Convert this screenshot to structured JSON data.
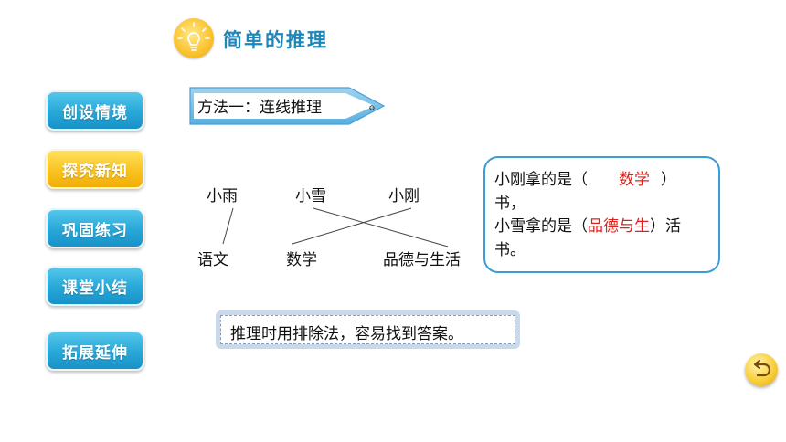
{
  "header": {
    "title": "简单的推理",
    "icon": "lightbulb-icon"
  },
  "sidebar": {
    "items": [
      {
        "label": "创设情境",
        "style": "blue"
      },
      {
        "label": "探究新知",
        "style": "yellow"
      },
      {
        "label": "巩固练习",
        "style": "blue"
      },
      {
        "label": "课堂小结",
        "style": "blue"
      },
      {
        "label": "拓展延伸",
        "style": "blue"
      }
    ]
  },
  "method": {
    "label": "方法一：连线推理"
  },
  "diagram": {
    "names": [
      "小雨",
      "小雪",
      "小刚"
    ],
    "subjects": [
      "语文",
      "数学",
      "品德与生活"
    ]
  },
  "answer": {
    "line1_prefix": "小刚拿的是（",
    "line1_answer": "数学",
    "line1_suffix": "）",
    "line2": "书，",
    "line3_prefix": "小雪拿的是（",
    "line3_answer": "品德与生",
    "line3_suffix": "）活",
    "line4": "书。"
  },
  "conclusion": {
    "text": "推理时用排除法，容易找到答案。"
  },
  "controls": {
    "back_icon": "return-arrow-icon"
  },
  "colors": {
    "accent_blue": "#27a7d8",
    "accent_yellow": "#f9c320",
    "answer_red": "#e0201b",
    "title_blue": "#1f86b8"
  }
}
